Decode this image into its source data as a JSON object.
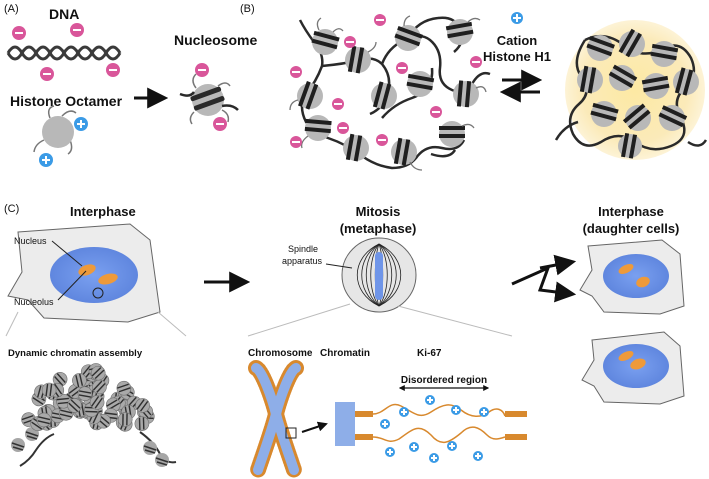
{
  "panel_a": {
    "label": "(A)",
    "dna": "DNA",
    "histone_octamer": "Histone Octamer",
    "nucleosome": "Nucleosome"
  },
  "panel_b": {
    "label": "(B)",
    "cation_line1": "Cation",
    "cation_line2": "Histone H1"
  },
  "panel_c": {
    "label": "(C)",
    "interphase": "Interphase",
    "nucleus": "Nucleus",
    "nucleolus": "Nucleolus",
    "dynamic_chromatin": "Dynamic chromatin assembly",
    "mitosis_line1": "Mitosis",
    "mitosis_line2": "(metaphase)",
    "spindle_line1": "Spindle",
    "spindle_line2": "apparatus",
    "chromosome": "Chromosome",
    "chromatin": "Chromatin",
    "ki67": "Ki-67",
    "disordered_region": "Disordered region",
    "daughter_line1": "Interphase",
    "daughter_line2": "(daughter cells)"
  },
  "symbols": {
    "minus": "−",
    "plus": "+"
  },
  "colors": {
    "negative_charge": "#d9569a",
    "positive_charge": "#3b9be6",
    "histone_gray": "#b8b8b8",
    "nucleus_blue": "#6f95e8",
    "nucleolus_orange": "#ee9a3a",
    "ki67_orange": "#d8892e",
    "condensed_glow": "#fbe6a6"
  }
}
